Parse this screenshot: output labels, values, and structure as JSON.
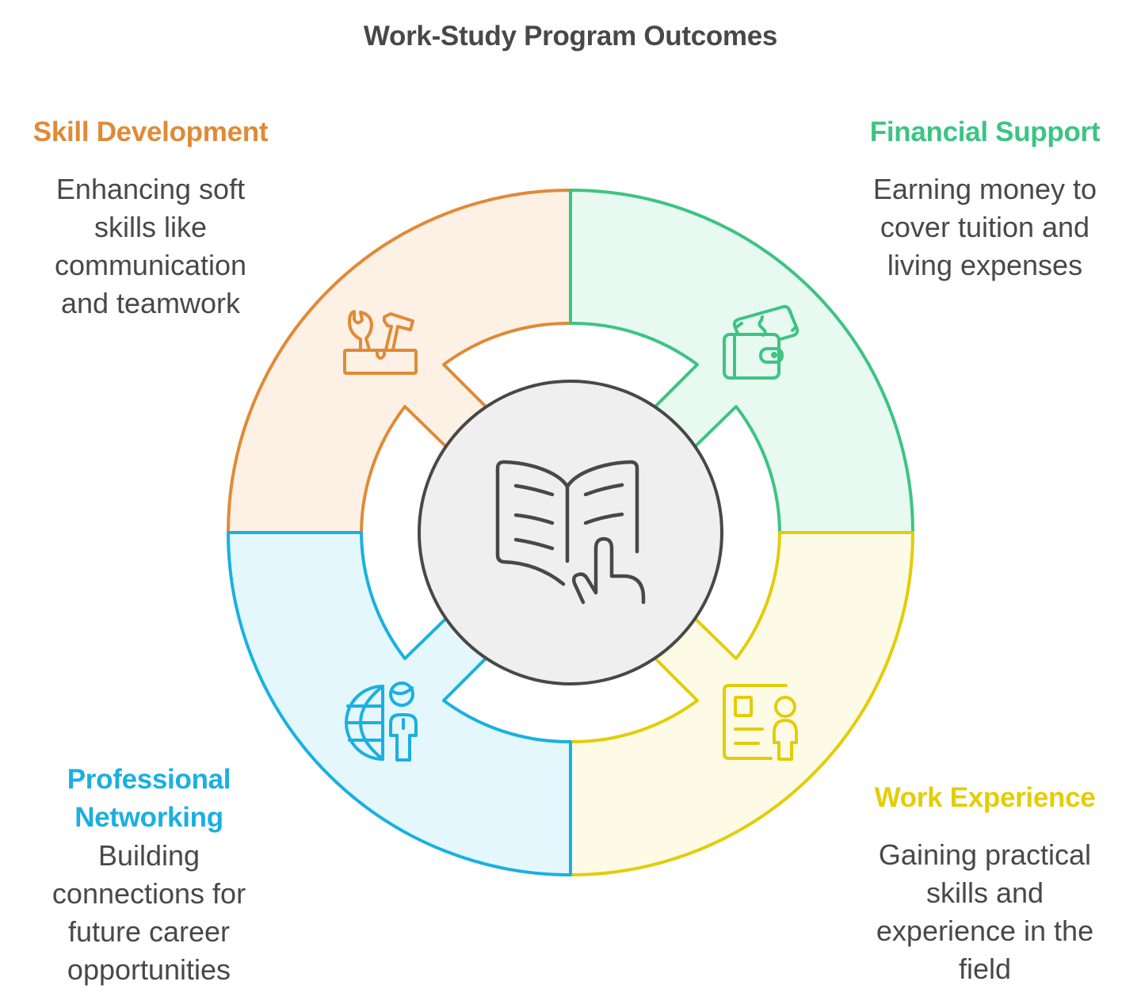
{
  "title": "Work-Study Program Outcomes",
  "colors": {
    "text": "#484848",
    "center_fill": "#efefef",
    "center_stroke": "#484848",
    "skill": "#e08a36",
    "skill_fill": "#fdf0e5",
    "financial": "#3cc482",
    "financial_fill": "#e7f9f0",
    "networking": "#1ab0e0",
    "networking_fill": "#e3f7fd",
    "work": "#e3cd08",
    "work_fill": "#fdfbe5"
  },
  "center": {
    "icon": "book-reading-pointer-icon"
  },
  "segments": [
    {
      "id": "skill",
      "heading": "Skill Development",
      "description_lines": [
        "Enhancing soft",
        "skills like",
        "communication",
        "and teamwork"
      ],
      "icon": "toolbox-wrench-hammer-icon",
      "position": "top-left"
    },
    {
      "id": "financial",
      "heading": "Financial Support",
      "description_lines": [
        "Earning money to",
        "cover tuition and",
        "living expenses"
      ],
      "icon": "wallet-money-icon",
      "position": "top-right"
    },
    {
      "id": "networking",
      "heading_lines": [
        "Professional",
        "Networking"
      ],
      "description_lines": [
        "Building",
        "connections for",
        "future career",
        "opportunities"
      ],
      "icon": "globe-person-icon",
      "position": "bottom-left"
    },
    {
      "id": "work",
      "heading": "Work Experience",
      "description_lines": [
        "Gaining practical",
        "skills and",
        "experience in the",
        "field"
      ],
      "icon": "resume-person-icon",
      "position": "bottom-right"
    }
  ]
}
